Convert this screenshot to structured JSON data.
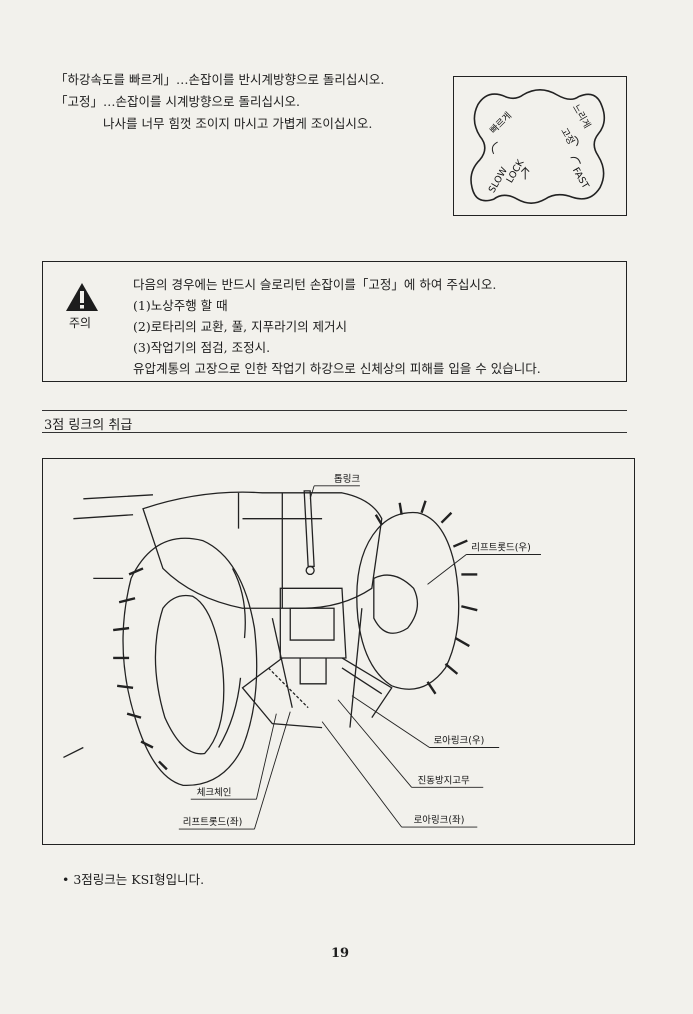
{
  "intro": {
    "line1": "「하강속도를 빠르게」…손잡이를 반시계방향으로 돌리십시오.",
    "line2": "「고정」…손잡이를 시계방향으로 돌리십시오.",
    "line3": "나사를 너무 힘껏 조이지 마시고 가볍게 조이십시오."
  },
  "knob": {
    "label_fast_kr": "빠르게",
    "label_slow_kr": "느리게",
    "label_lock_kr": "고정",
    "label_slow_en": "SLOW",
    "label_lock_en": "LOCK",
    "label_fast_en": "FAST"
  },
  "caution": {
    "icon_label": "주의",
    "line1": "다음의 경우에는 반드시 슬로리턴 손잡이를「고정」에 하여 주십시오.",
    "line2": "(1)노상주행 할 때",
    "line3": "(2)로타리의 교환, 풀, 지푸라기의 제거시",
    "line4": "(3)작업기의 점검, 조정시.",
    "line5": "유압계통의 고장으로 인한 작업기 하강으로 신체상의 피해를 입을 수 있습니다."
  },
  "section": {
    "title": "3점 링크의 취급"
  },
  "figure": {
    "labels": {
      "top_link": "톱링크",
      "lift_rod_right": "리프트롯드(우)",
      "lower_link_right": "로아링크(우)",
      "anti_sway_rubber": "진동방지고무",
      "lower_link_left": "로아링크(좌)",
      "check_chain": "체크체인",
      "lift_rod_left": "리프트롯드(좌)"
    }
  },
  "note": "• 3점링크는 KSI형입니다.",
  "page_number": "19"
}
